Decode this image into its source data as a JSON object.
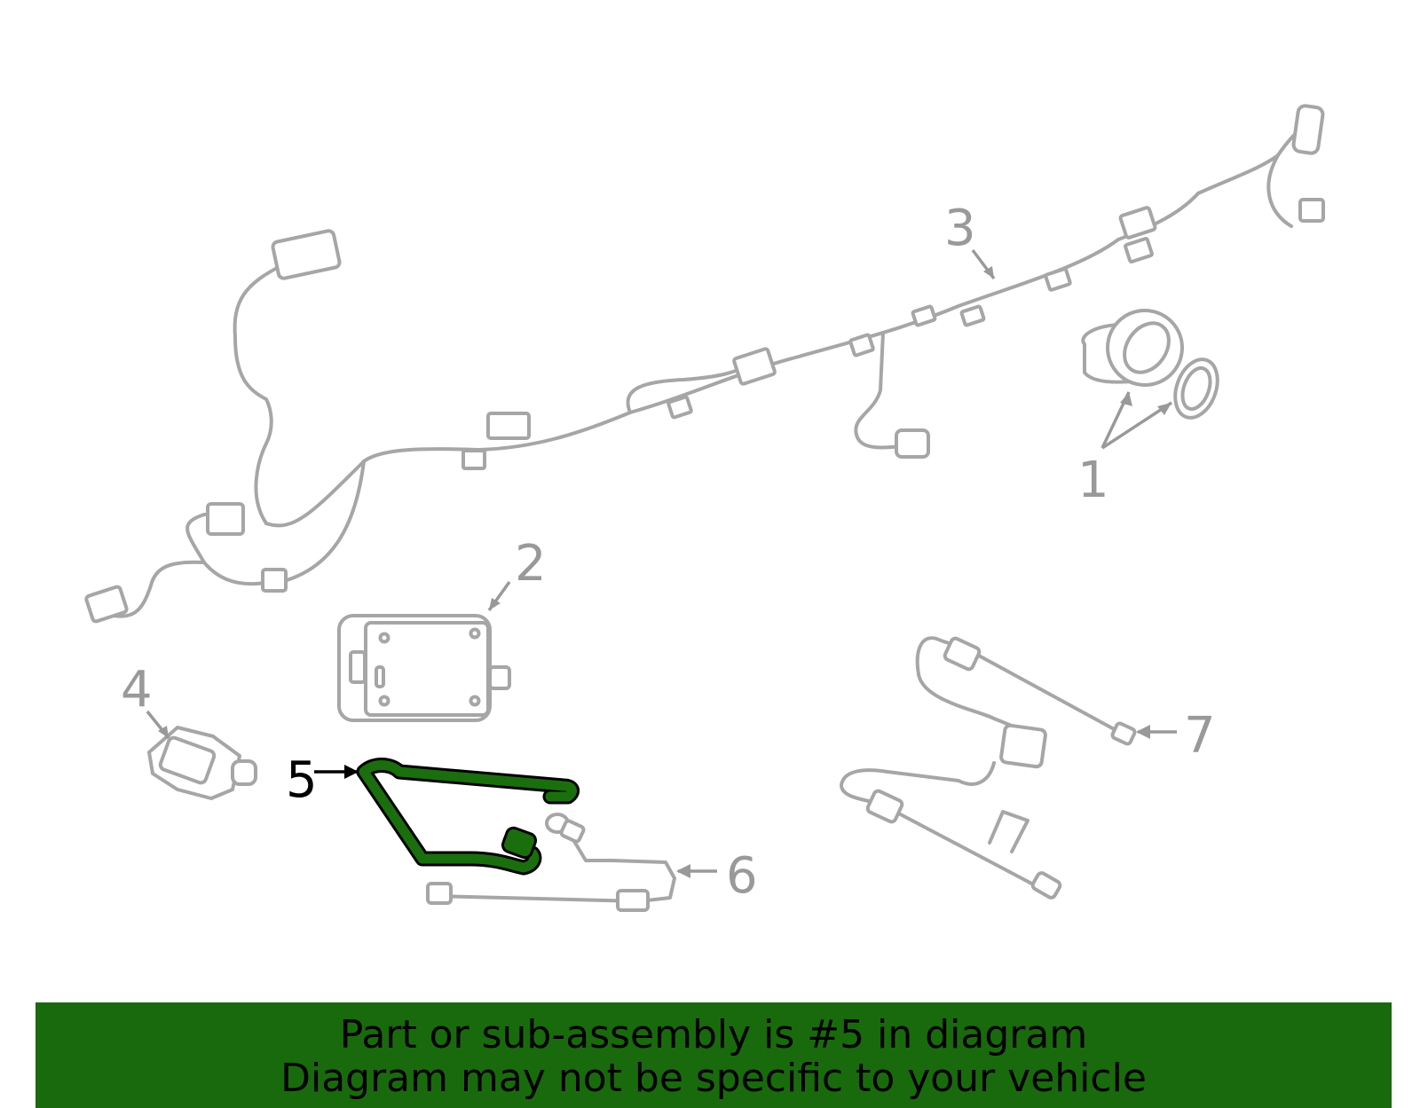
{
  "diagram": {
    "callouts": [
      {
        "id": "1",
        "label": "1",
        "highlighted": false
      },
      {
        "id": "2",
        "label": "2",
        "highlighted": false
      },
      {
        "id": "3",
        "label": "3",
        "highlighted": false
      },
      {
        "id": "4",
        "label": "4",
        "highlighted": false
      },
      {
        "id": "5",
        "label": "5",
        "highlighted": true
      },
      {
        "id": "6",
        "label": "6",
        "highlighted": false
      },
      {
        "id": "7",
        "label": "7",
        "highlighted": false
      }
    ],
    "colors": {
      "highlight_part": "#1a6e0e",
      "part_outline": "#a6a6a6",
      "banner_background": "#196a0c"
    }
  },
  "banner": {
    "line1": "Part or sub-assembly is #5 in diagram",
    "line2": "Diagram may not be specific to your vehicle"
  }
}
